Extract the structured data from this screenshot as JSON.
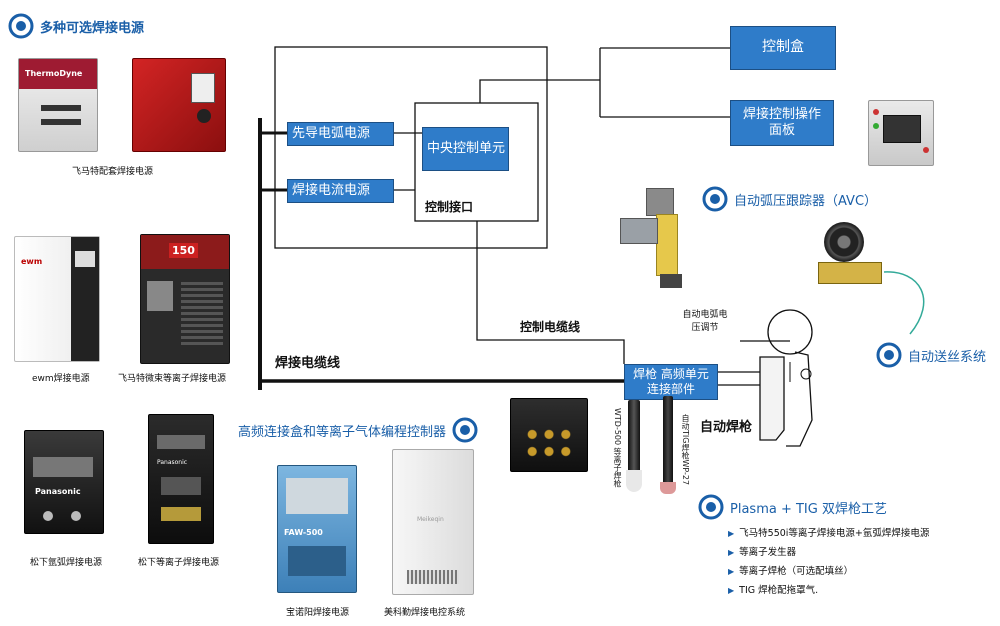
{
  "headers": {
    "power_sources": "多种可选焊接电源",
    "avc": "自动弧压跟踪器（AVC）",
    "wire_feed": "自动送丝系统",
    "hf_controller": "高频连接盒和等离子气体编程控制器",
    "plasma_tig": "Plasma + TIG 双焊枪工艺"
  },
  "machines": {
    "fmt_welder": "飞马特配套焊接电源",
    "ewm": "ewm焊接电源",
    "fmt_microplasma": "飞马特微束等离子焊接电源",
    "panasonic_argon": "松下氩弧焊接电源",
    "panasonic_plasma": "松下等离子焊接电源",
    "baonuoyang": "宝诺阳焊接电源",
    "meikeqin": "美科勤焊接电控系统",
    "machine_a_badge": "ThermoDyne",
    "machine_b_badge": "150",
    "fp_label": "FAW-500"
  },
  "diagram": {
    "pilot_arc": "先导电弧电源",
    "weld_current": "焊接电流电源",
    "central_unit": "中央控制单元",
    "control_interface": "控制接口",
    "control_box": "控制盒",
    "operation_panel": "焊接控制操作面板",
    "hf_unit": "焊枪 高频单元连接部件",
    "control_cable": "控制电缆线",
    "weld_cable": "焊接电缆线",
    "auto_torch": "自动焊枪",
    "avc_caption": "自动电弧电压调节",
    "torch1_caption": "WTD-500 等离子焊枪",
    "torch2_caption": "自动TIG焊枪WP-27"
  },
  "process_list": [
    "飞马特550i等离子焊接电源+氩弧焊焊接电源",
    "等离子发生器",
    "等离子焊枪（可选配填丝）",
    "TIG 焊枪配拖罩气."
  ],
  "colors": {
    "accent": "#1a5fa8",
    "box": "#2f7cc9"
  }
}
